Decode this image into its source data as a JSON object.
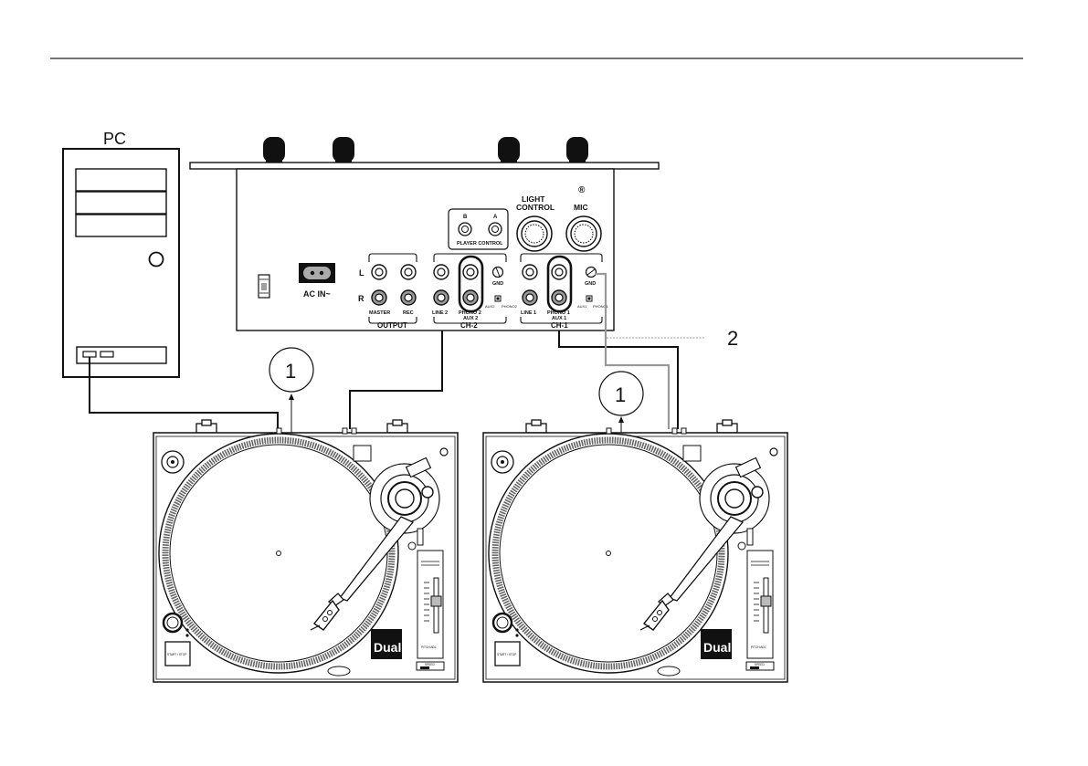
{
  "pc": {
    "label": "PC"
  },
  "mixer": {
    "registered_mark": "®",
    "light_control": [
      "LIGHT",
      "CONTROL"
    ],
    "mic": "MIC",
    "player_control": {
      "b": "B",
      "a": "A",
      "label": "PLAYER CONTROL"
    },
    "channel_l": "L",
    "channel_r": "R",
    "ac_in": "AC IN~",
    "output": {
      "master": "MASTER",
      "rec": "REC",
      "label": "OUTPUT"
    },
    "ch2": {
      "line": "LINE 2",
      "phono": "PHONO 2",
      "aux": "AUX 2",
      "label": "CH-2",
      "gnd": "GND",
      "switch_left": "AUX2",
      "switch_right": "PHONO2"
    },
    "ch1": {
      "line": "LINE 1",
      "phono": "PHONO 1",
      "aux": "AUX 1",
      "label": "CH-1",
      "gnd": "GND",
      "switch_left": "AUX1",
      "switch_right": "PHONO1"
    }
  },
  "callouts": {
    "usb_callout_left": "1",
    "usb_callout_right": "1",
    "ground_callout": "2"
  },
  "turntables": [
    {
      "brand": "Dual",
      "start_stop": "START / STOP",
      "speed": "SPEED",
      "pitch": "PITCH ADJ."
    },
    {
      "brand": "Dual",
      "start_stop": "START / STOP",
      "speed": "SPEED",
      "pitch": "PITCH ADJ."
    }
  ]
}
